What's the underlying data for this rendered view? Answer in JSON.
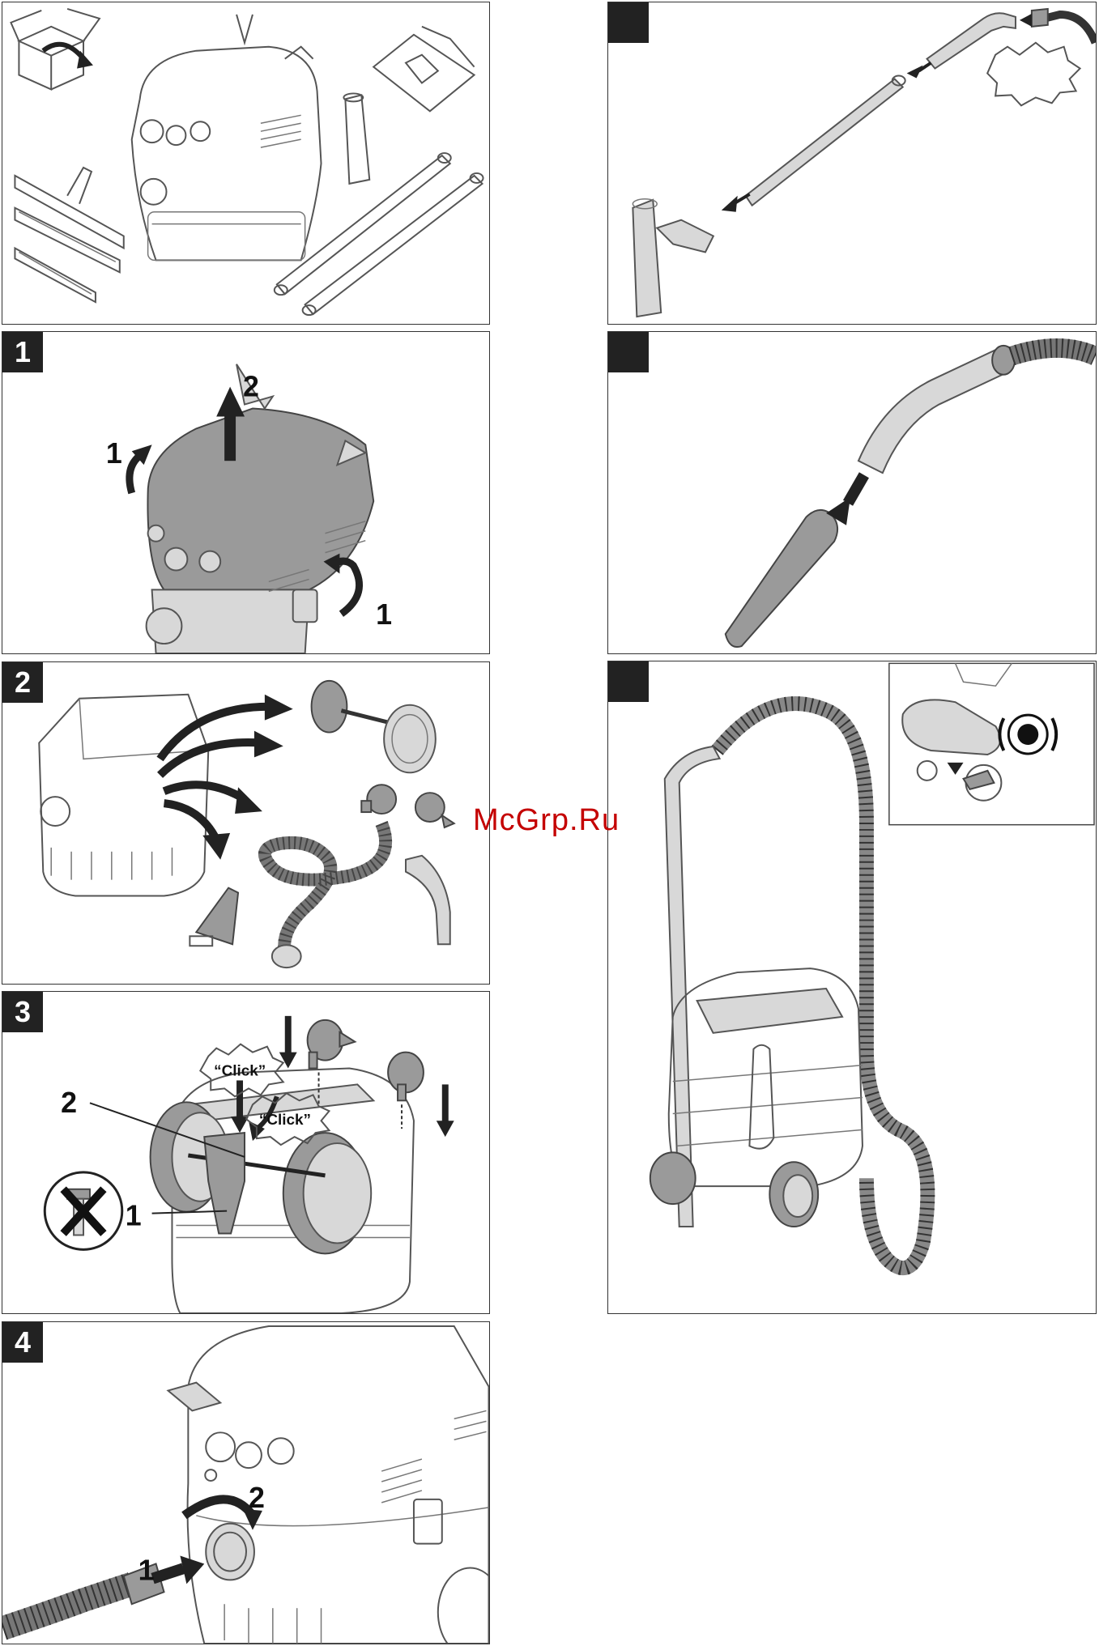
{
  "panels": {
    "scope": {
      "badge": ""
    },
    "step1": {
      "badge": "1",
      "labels": [
        "2",
        "1",
        "1"
      ]
    },
    "step2": {
      "badge": "2"
    },
    "step3": {
      "badge": "3",
      "labels": [
        "2",
        "1"
      ],
      "click_text": "“Click”"
    },
    "step4": {
      "badge": "4",
      "labels": [
        "2",
        "1"
      ]
    },
    "right_top": {
      "badge": ""
    },
    "right_mid": {
      "badge": ""
    },
    "right_bottom": {
      "badge": ""
    }
  },
  "watermark": "McGrp.Ru",
  "colors": {
    "outline": "#555555",
    "badge": "#222222",
    "watermark": "#c40000",
    "fill_dark": "#9a9a9a"
  }
}
